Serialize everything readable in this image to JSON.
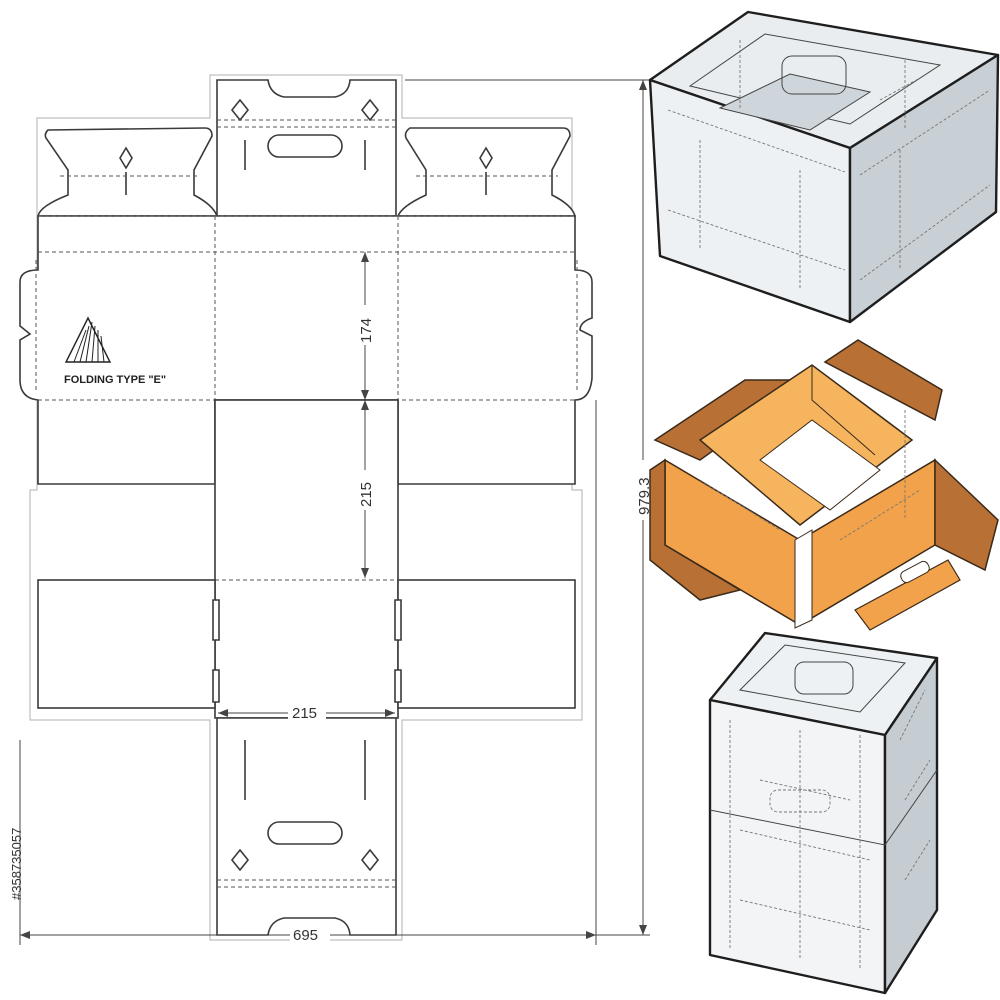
{
  "dieline": {
    "label": "FOLDING TYPE \"E\"",
    "dimensions": {
      "height_upper": "174",
      "height_lower": "215",
      "width_inner": "215",
      "total_width": "695",
      "total_height": "979.3"
    }
  },
  "watermark": {
    "stock_id": "#358735057"
  },
  "colors": {
    "line": "#3a3a3a",
    "box_fill": "#eef1f3",
    "box_shade": "#c6cdd2",
    "kraft_light": "#f2a24a",
    "kraft_dark": "#b87035",
    "kraft_inside": "#f6b45e"
  },
  "icons": [
    "folding-type-triangle-icon"
  ]
}
